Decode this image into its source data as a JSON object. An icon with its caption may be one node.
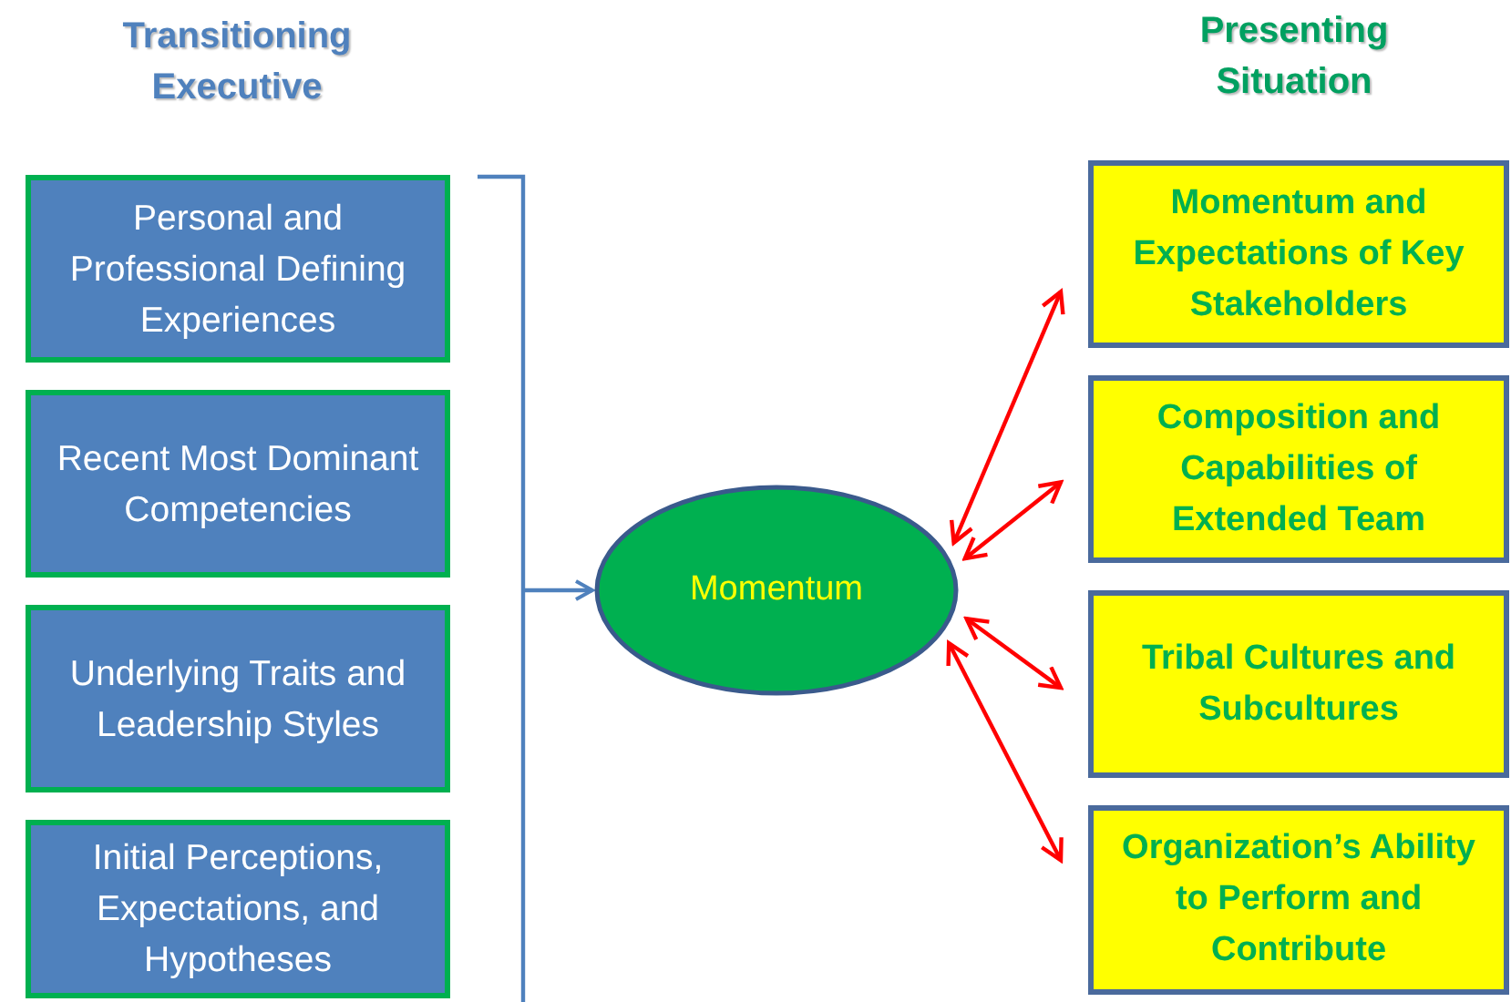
{
  "diagram": {
    "nodes": [
      {
        "text": [
          "Personal and Professional Defining Experiences"
        ]
      },
      {
        "text": [
          "Recent Most Dominant Competencies"
        ]
      },
      {
        "text": [
          "Underlying  Traits and Leadership Styles"
        ]
      },
      {
        "text": [
          "Initial Perceptions, Expectations, and Hypotheses"
        ]
      },
      {
        "text": [
          "Momentum"
        ]
      },
      {
        "text": [
          "Momentum and Expectations of Key Stakeholders"
        ]
      },
      {
        "text": [
          "Composition and Capabilities of Extended Team"
        ]
      },
      {
        "text": [
          "Tribal Cultures and Subcultures"
        ]
      },
      {
        "text": [
          "Organization’s Ability to Perform and Contribute"
        ]
      },
      {
        "text": [],
        "shape": "bracket"
      }
    ],
    "edges": [
      {
        "from": 9,
        "to": 4,
        "arrow": "to",
        "color": "#4f81bd"
      },
      {
        "from": 4,
        "to": 5,
        "arrow": "both"
      },
      {
        "from": 4,
        "to": 6,
        "arrow": "both"
      },
      {
        "from": 4,
        "to": 7,
        "arrow": "both"
      },
      {
        "from": 4,
        "to": 8,
        "arrow": "both"
      }
    ],
    "labels": [
      "Transitioning Executive",
      "Presenting Situation"
    ]
  }
}
